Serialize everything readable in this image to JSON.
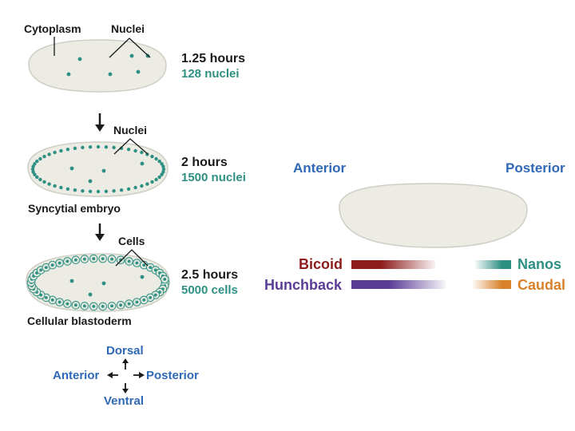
{
  "colors": {
    "embryo_fill": "#ecece4",
    "embryo_stroke": "#cfcfc5",
    "nuclei": "#2e8f83",
    "accent_blue": "#2f68b6",
    "bicoid": "#8c1b1b",
    "hunchback": "#5a3c96",
    "nanos": "#2e8f83",
    "caudal": "#d9822b"
  },
  "left_panel": {
    "stage1": {
      "cytoplasm_label": "Cytoplasm",
      "nuclei_label": "Nuclei",
      "time": "1.25 hours",
      "count": "128 nuclei"
    },
    "stage2": {
      "nuclei_label": "Nuclei",
      "time": "2 hours",
      "count": "1500 nuclei",
      "caption": "Syncytial embryo"
    },
    "stage3": {
      "cells_label": "Cells",
      "time": "2.5 hours",
      "count": "5000 cells",
      "caption": "Cellular blastoderm"
    },
    "compass": {
      "dorsal": "Dorsal",
      "ventral": "Ventral",
      "anterior": "Anterior",
      "posterior": "Posterior"
    }
  },
  "right_panel": {
    "anterior": "Anterior",
    "posterior": "Posterior",
    "genes": {
      "bicoid": "Bicoid",
      "hunchback": "Hunchback",
      "nanos": "Nanos",
      "caudal": "Caudal"
    }
  }
}
